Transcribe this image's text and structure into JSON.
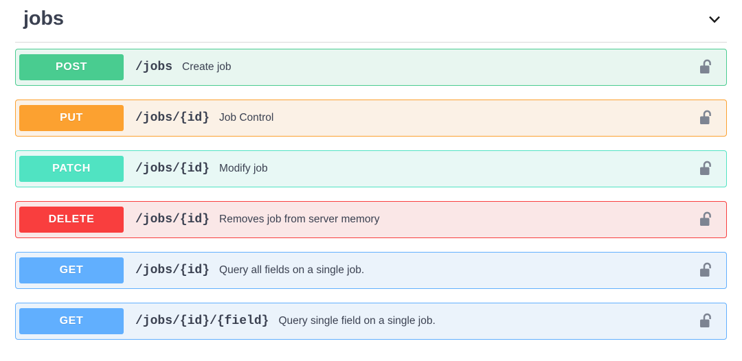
{
  "tag": {
    "title": "jobs",
    "collapse_icon": "chevron-down-icon",
    "expanded": true
  },
  "operations": [
    {
      "method": "POST",
      "method_color": "#49cc90",
      "background": "#e8f6f0",
      "path": "/jobs",
      "summary": "Create job",
      "auth_icon": "unlocked-padlock-icon"
    },
    {
      "method": "PUT",
      "method_color": "#fca130",
      "background": "#fbf1e6",
      "path": "/jobs/{id}",
      "summary": "Job Control",
      "auth_icon": "unlocked-padlock-icon"
    },
    {
      "method": "PATCH",
      "method_color": "#50e3c2",
      "background": "#e8f8f5",
      "path": "/jobs/{id}",
      "summary": "Modify job",
      "auth_icon": "unlocked-padlock-icon"
    },
    {
      "method": "DELETE",
      "method_color": "#f93e3e",
      "background": "#fae7e7",
      "path": "/jobs/{id}",
      "summary": "Removes job from server memory",
      "auth_icon": "unlocked-padlock-icon"
    },
    {
      "method": "GET",
      "method_color": "#61affe",
      "background": "#ebf3fb",
      "path": "/jobs/{id}",
      "summary": "Query all fields on a single job.",
      "auth_icon": "unlocked-padlock-icon"
    },
    {
      "method": "GET",
      "method_color": "#61affe",
      "background": "#ebf3fb",
      "path": "/jobs/{id}/{field}",
      "summary": "Query single field on a single job.",
      "auth_icon": "unlocked-padlock-icon"
    }
  ],
  "colors": {
    "text": "#3b4151",
    "divider": "#d8d8d8",
    "lock": "#7d8492"
  }
}
